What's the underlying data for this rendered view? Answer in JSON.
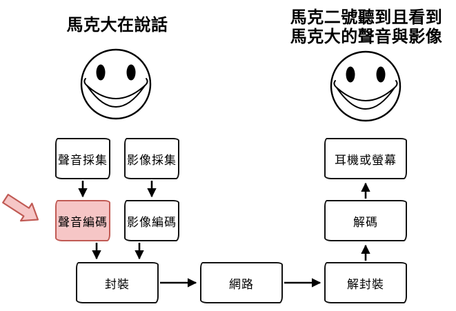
{
  "titles": {
    "speaker": "馬克大在說話",
    "listener_line1": "馬克二號聽到且看到",
    "listener_line2": "馬克大的聲音與影像"
  },
  "nodes": {
    "audio_capture": "聲音採集",
    "video_capture": "影像採集",
    "audio_encode": "聲音編碼",
    "video_encode": "影像編碼",
    "package": "封裝",
    "network": "網路",
    "depackage": "解封裝",
    "decode": "解碼",
    "output": "耳機或螢幕"
  },
  "colors": {
    "highlight_fill": "#f6c6c6",
    "highlight_border": "#c05a54",
    "line": "#000000",
    "background": "#ffffff"
  }
}
